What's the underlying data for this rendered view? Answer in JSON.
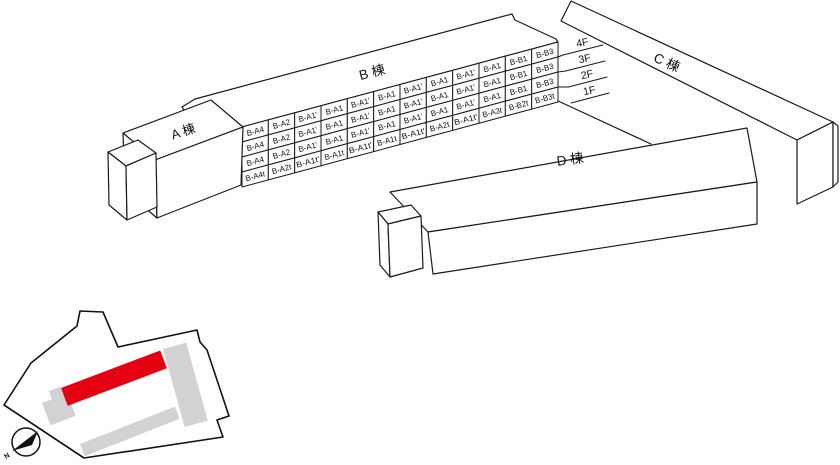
{
  "diagram": {
    "buildings": {
      "a": {
        "label": "A 棟"
      },
      "b": {
        "label": "B 棟"
      },
      "c": {
        "label": "C 棟"
      },
      "d": {
        "label": "D 棟"
      }
    },
    "floor_labels": [
      "4F",
      "3F",
      "2F",
      "1F"
    ],
    "unit_grid": {
      "rows": [
        {
          "floor": "4F",
          "units": [
            "B-A4",
            "B-A2",
            "B-A1'",
            "B-A1",
            "B-A1'",
            "B-A1",
            "B-A1'",
            "B-A1",
            "B-A1'",
            "B-A1",
            "B-B1",
            "B-B3"
          ]
        },
        {
          "floor": "3F",
          "units": [
            "B-A4",
            "B-A2",
            "B-A1'",
            "B-A1",
            "B-A1'",
            "B-A1",
            "B-A1'",
            "B-A1",
            "B-A1'",
            "B-A1",
            "B-B1",
            "B-B3"
          ]
        },
        {
          "floor": "2F",
          "units": [
            "B-A4",
            "B-A2",
            "B-A1'",
            "B-A1",
            "B-A1'",
            "B-A1",
            "B-A1'",
            "B-A1",
            "B-A1'",
            "B-A1",
            "B-B1",
            "B-B3"
          ]
        },
        {
          "floor": "1F",
          "units": [
            "B-A4t",
            "B-A2t",
            "B-A1t'",
            "B-A1t",
            "B-A1t'",
            "B-A1t",
            "B-A1t'",
            "B-A2t",
            "B-A1t'",
            "B-A3t",
            "B-B2t",
            "B-B3t"
          ]
        }
      ]
    }
  },
  "site_map": {
    "compass_label": "N",
    "colors": {
      "highlight": "#e50012",
      "building": "#d2d2d4",
      "line": "#1a1a1a"
    }
  }
}
